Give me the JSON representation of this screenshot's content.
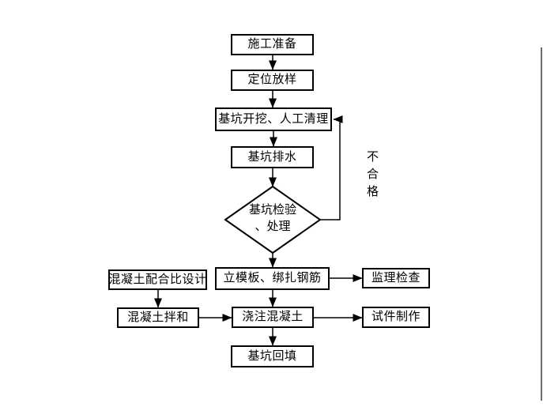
{
  "colors": {
    "line": "#000000",
    "box_border": "#000000",
    "text": "#000000",
    "background": "#ffffff",
    "edge_artifact_line": "#3d3d3d"
  },
  "nodes": {
    "prep": {
      "label": "施工准备"
    },
    "layout": {
      "label": "定位放样"
    },
    "excavation": {
      "label": "基坑开挖、人工清理"
    },
    "drainage": {
      "label": "基坑排水"
    },
    "inspection": {
      "line1": "基坑检验",
      "line2": "、处理"
    },
    "mix_design": {
      "label": "混凝土配合比设计"
    },
    "formwork": {
      "label": "立模板、绑扎钢筋"
    },
    "supervision": {
      "label": "监理检查"
    },
    "mixing": {
      "label": "混凝土拌和"
    },
    "pouring": {
      "label": "浇注混凝土"
    },
    "specimen": {
      "label": "试件制作"
    },
    "backfill": {
      "label": "基坑回填"
    }
  },
  "labels": {
    "fail": "不合格"
  }
}
